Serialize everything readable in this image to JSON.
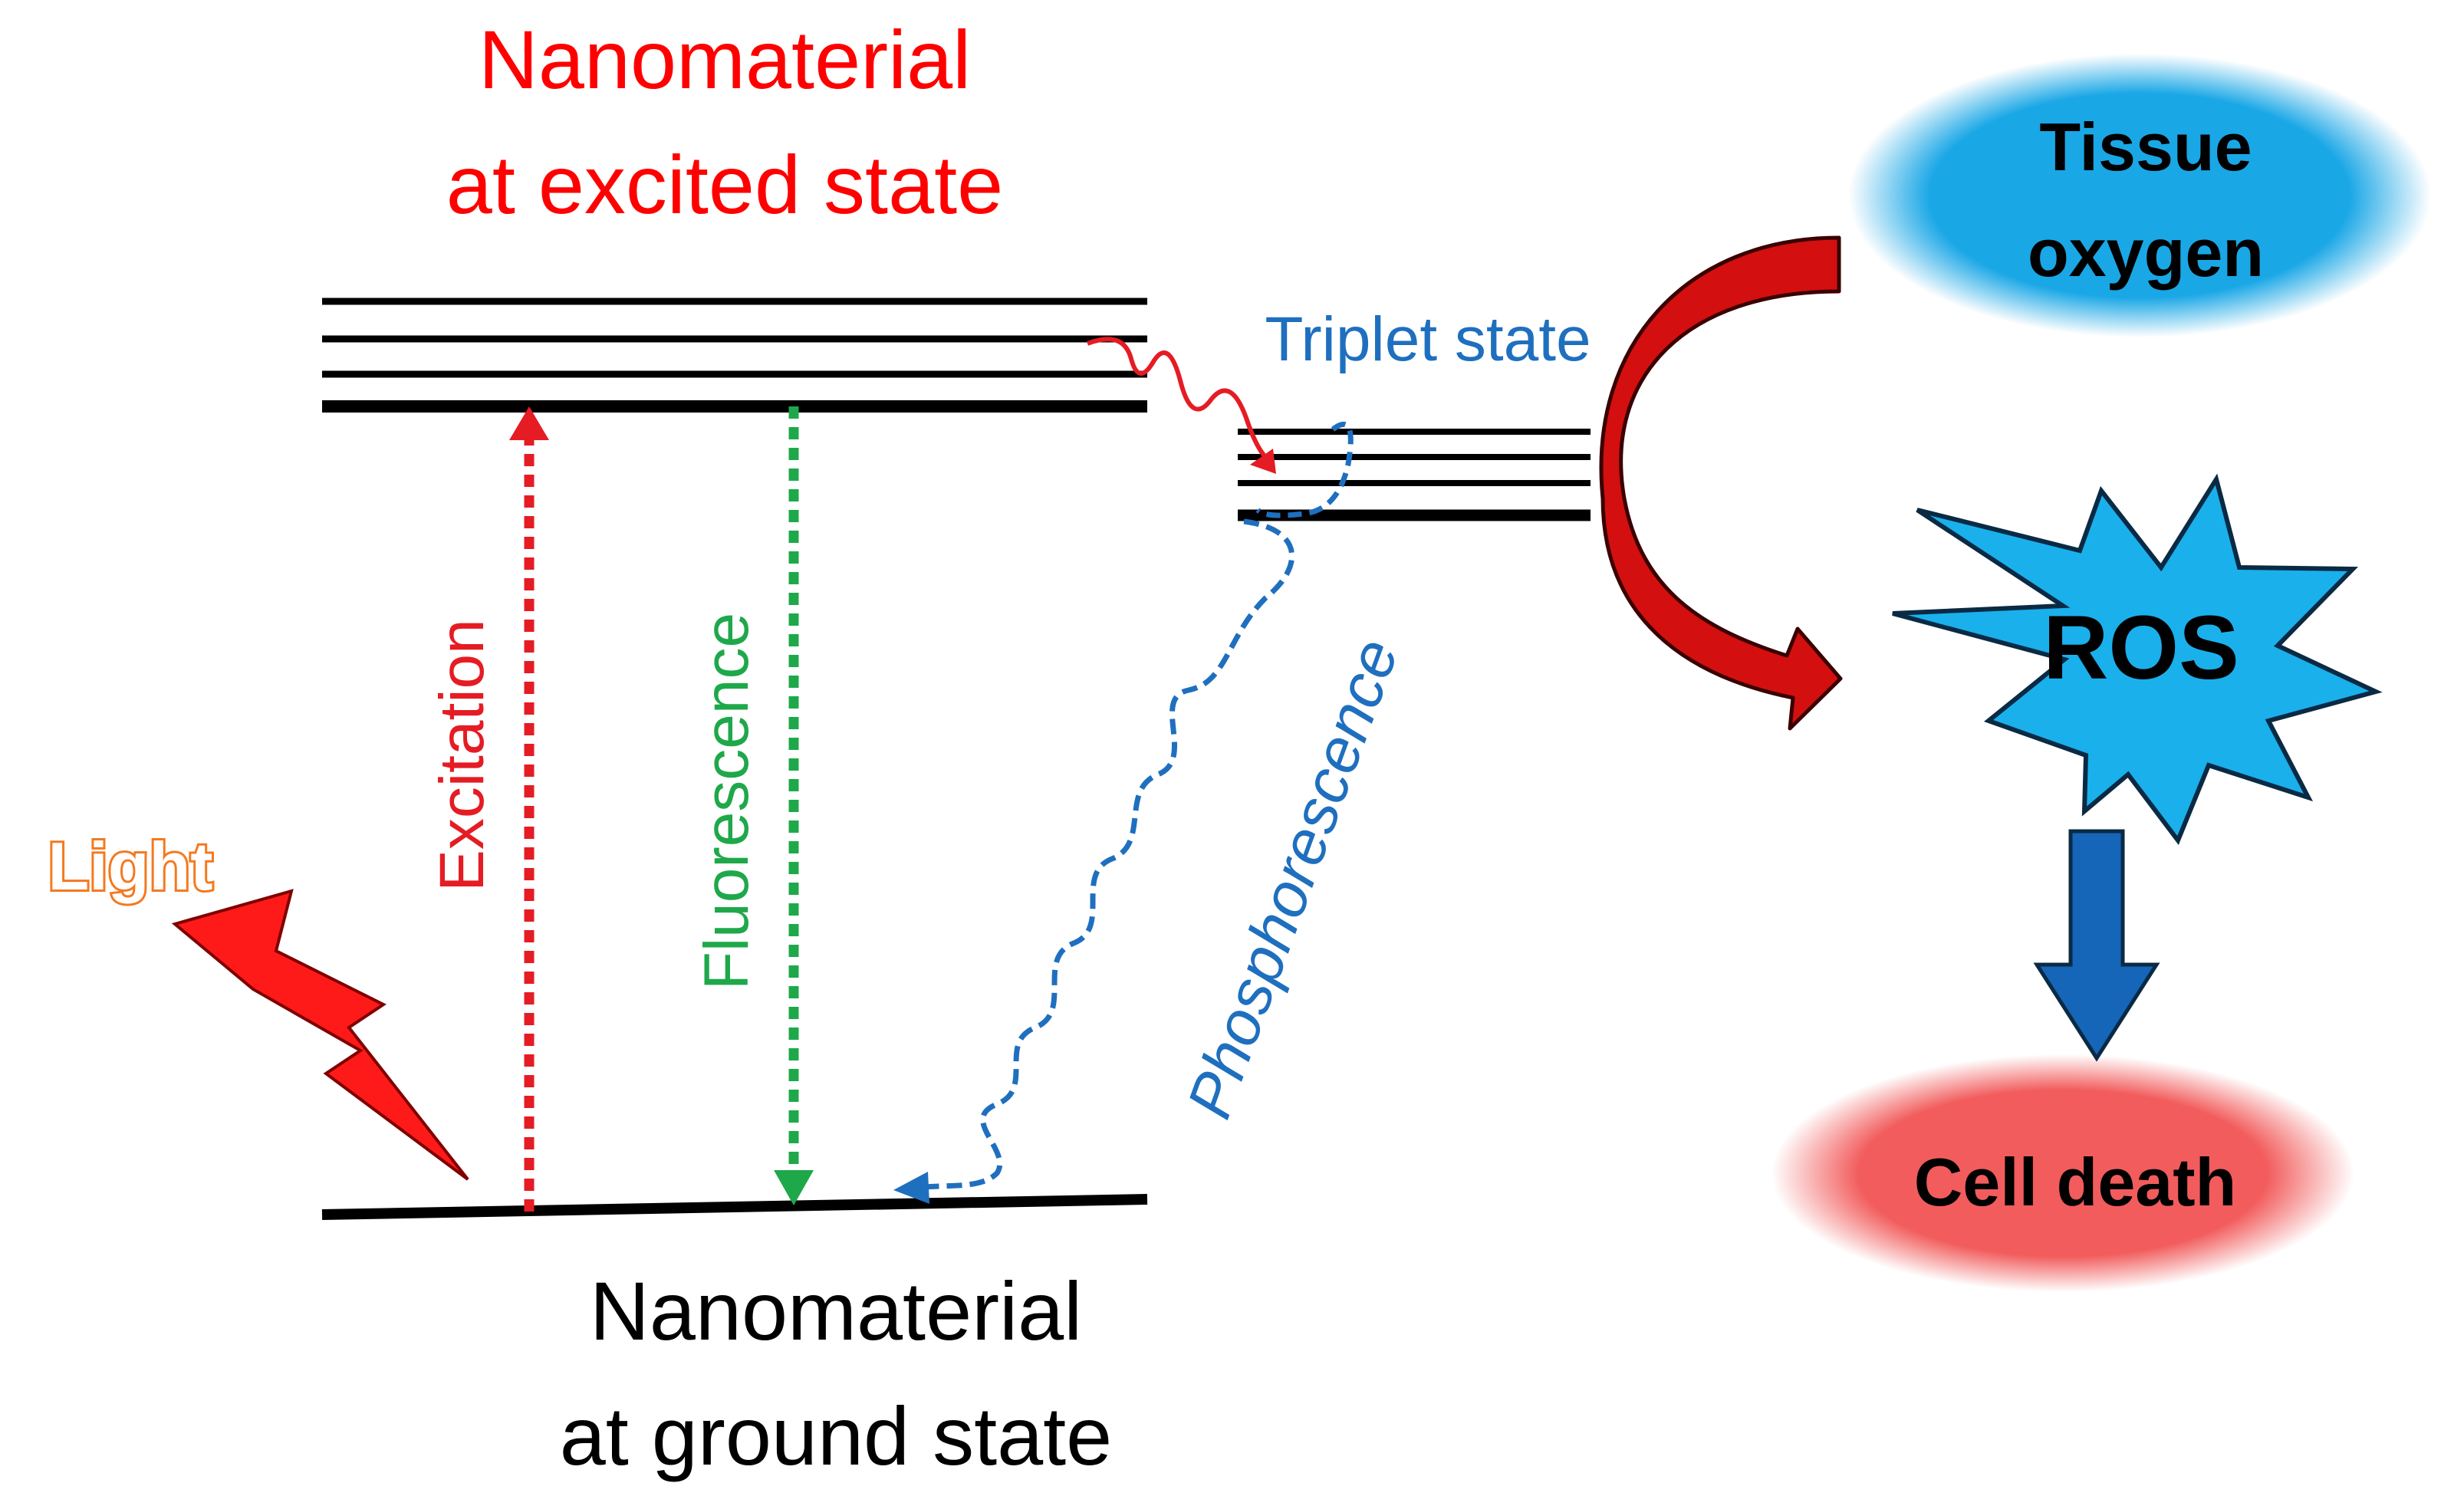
{
  "excited_label": {
    "line1": "Nanomaterial",
    "line2": "at excited state"
  },
  "ground_label": {
    "line1": "Nanomaterial",
    "line2": "at ground state"
  },
  "triplet_label": "Triplet state",
  "transitions": {
    "excitation": "Excitation",
    "fluorescence": "Fluorescence",
    "phosphorescence": "Phosphorescence"
  },
  "light_label": "Light",
  "oxygen_label": {
    "line1": "Tissue",
    "line2": "oxygen"
  },
  "ros_label": "ROS",
  "cell_death_label": "Cell death",
  "colors": {
    "excited_text": "#ff0000",
    "excitation": "#e51c23",
    "fluorescence": "#1fa84a",
    "triplet": "#1f6fbf",
    "light": "#f47920",
    "bolt": "#ff1a1a",
    "oxygen_fill": "#1aa7e6",
    "ros_fill": "#1ab0ec",
    "cell_death_fill": "#f25c5c",
    "curved_arrow": "#d40f0f",
    "down_arrow": "#1565b8"
  }
}
